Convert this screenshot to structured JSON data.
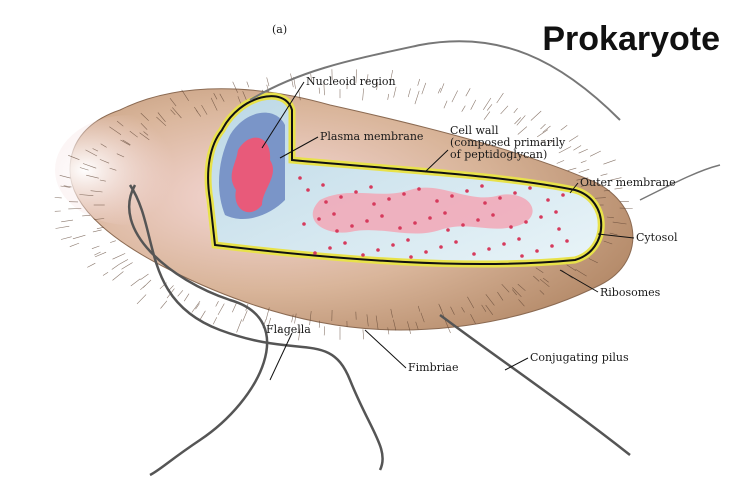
{
  "title": "Prokaryote",
  "panel_label": "(a)",
  "labels": {
    "nucleoid": "Nucleoid region",
    "plasma_membrane": "Plasma membrane",
    "cell_wall": "Cell wall\n(composed primarily\nof peptidoglycan)",
    "outer_membrane": "Outer membrane",
    "cytosol": "Cytosol",
    "ribosomes": "Ribosomes",
    "flagella": "Flagella",
    "fimbriae": "Fimbriae",
    "conjugating_pilus": "Conjugating pilus"
  },
  "colors": {
    "hair_halo": "#c9a58a",
    "cell_wall": "#e8e24a",
    "membrane": "#111111",
    "cytosol": "#c9e3ee",
    "nucleoid": "#e85a7a",
    "ribosome": "#d63a5c"
  }
}
